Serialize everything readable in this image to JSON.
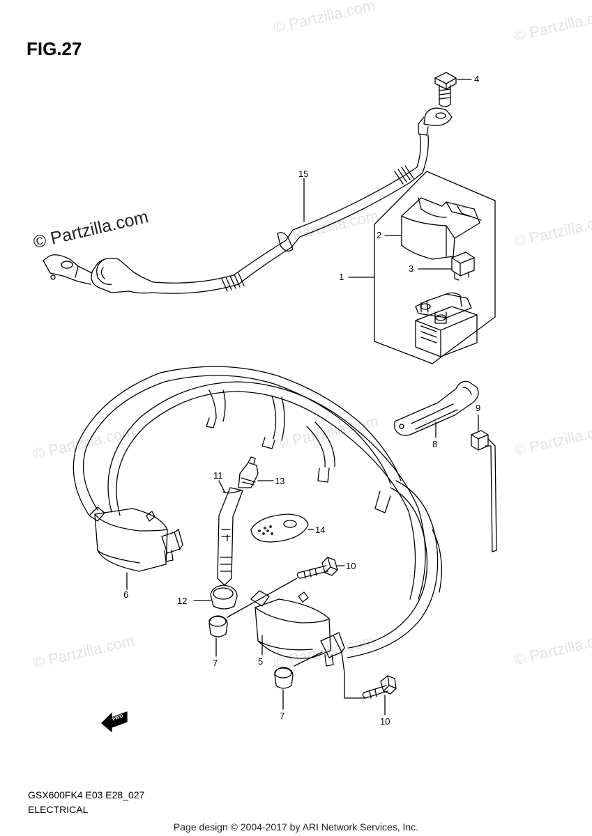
{
  "figure": {
    "title": "FIG.27"
  },
  "watermark": {
    "text": "© Partzilla.com",
    "dark_text": "© Partzilla.com"
  },
  "callouts": [
    "1",
    "2",
    "3",
    "4",
    "5",
    "6",
    "7",
    "7",
    "8",
    "9",
    "10",
    "10",
    "11",
    "12",
    "13",
    "14",
    "15"
  ],
  "fwd_label": "FWD",
  "footer": {
    "code": "GSX600FK4 E03 E28_027",
    "name": "ELECTRICAL",
    "credit": "Page design © 2004-2017 by ARI Network Services, Inc."
  }
}
